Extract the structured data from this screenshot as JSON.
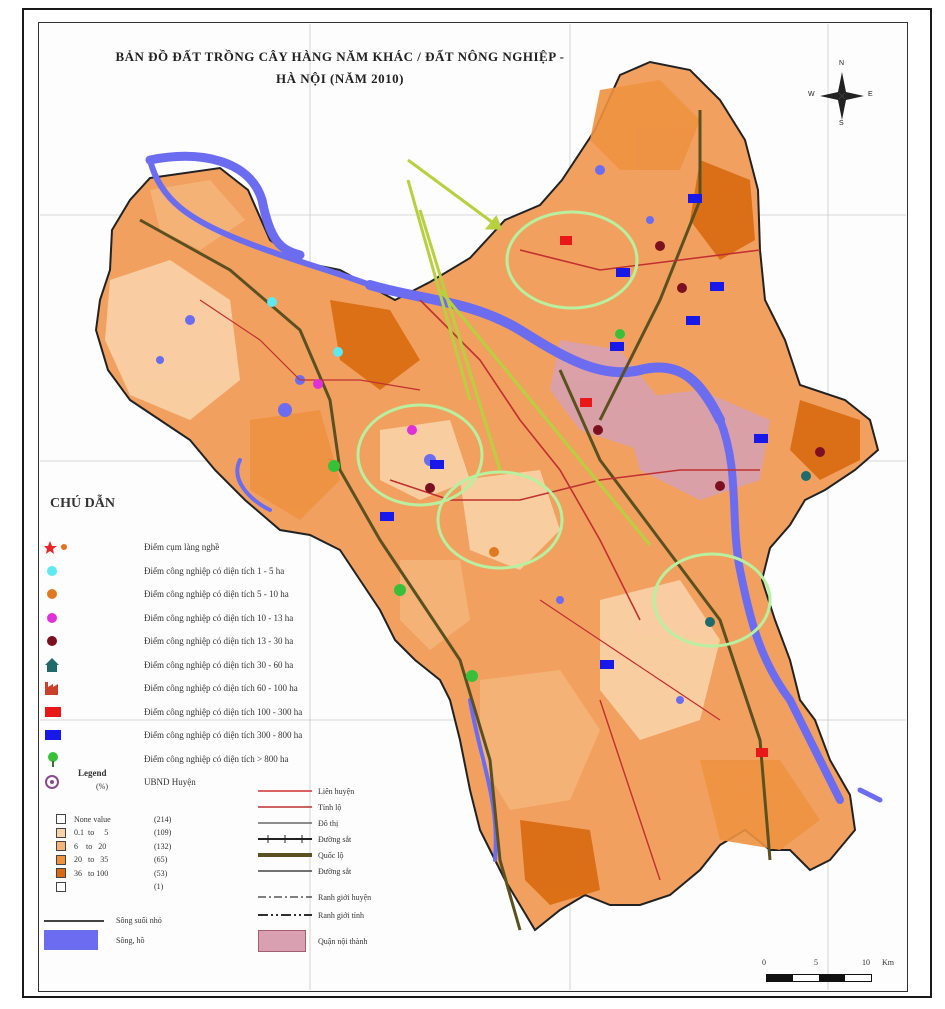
{
  "title": {
    "line1": "BẢN ĐỒ ĐẤT TRỒNG CÂY HÀNG NĂM KHÁC / ĐẤT NÔNG NGHIỆP -",
    "line2": "HÀ NỘI (NĂM 2010)"
  },
  "compass": {
    "n": "N",
    "s": "S",
    "e": "E",
    "w": "W"
  },
  "legend": {
    "title": "CHÚ DẪN",
    "points": [
      {
        "label": "Điểm cụm làng nghề",
        "icon": "star-dot-icon",
        "color": "#e8262a"
      },
      {
        "label": "Điểm công nghiệp có diện tích 1 - 5 ha",
        "icon": "circle-icon",
        "color": "#5ee8f0"
      },
      {
        "label": "Điểm công nghiệp có diện tích 5 - 10 ha",
        "icon": "circle-icon",
        "color": "#e07a22"
      },
      {
        "label": "Điểm công nghiệp có diện tích 10 - 13 ha",
        "icon": "circle-icon",
        "color": "#e030d8"
      },
      {
        "label": "Điểm công nghiệp có diện tích 13 - 30 ha",
        "icon": "circle-icon",
        "color": "#7a1020"
      },
      {
        "label": "Điểm công nghiệp có diện tích 30 - 60 ha",
        "icon": "house-icon",
        "color": "#1f6a6a"
      },
      {
        "label": "Điểm công nghiệp có diện tích 60 - 100 ha",
        "icon": "factory-icon",
        "color": "#c8402a"
      },
      {
        "label": "Điểm công nghiệp có diện tích 100 - 300 ha",
        "icon": "rect-icon",
        "color": "#e81818"
      },
      {
        "label": "Điểm công nghiệp có diện tích 300 - 800 ha",
        "icon": "rect-icon",
        "color": "#1818e8"
      },
      {
        "label": "Điểm công nghiệp có diện tích > 800 ha",
        "icon": "tree-icon",
        "color": "#38c038"
      },
      {
        "label": "UBND Huyện",
        "icon": "target-icon",
        "color": "#8c4a8c"
      }
    ],
    "landuse_header": "Legend",
    "landuse_unit": "(%)",
    "landuse": [
      {
        "label": "None value",
        "count": "(214)",
        "color": "#ffffff"
      },
      {
        "label": "0.1  to     5",
        "count": "(109)",
        "color": "#f9d2a8"
      },
      {
        "label": "6    to   20",
        "count": "(132)",
        "color": "#f5b47a"
      },
      {
        "label": "20   to   35",
        "count": "(65)",
        "color": "#ee9240"
      },
      {
        "label": "36   to 100",
        "count": "(53)",
        "color": "#d96a10"
      },
      {
        "label": "",
        "count": "(1)",
        "color": "#ffffff"
      }
    ],
    "water_line": "Sông suối nhỏ",
    "water_area": "Sông, hồ",
    "lines": [
      {
        "label": "Liên huyện",
        "color": "#d23030"
      },
      {
        "label": "Tỉnh lộ",
        "color": "#c03030"
      },
      {
        "label": "Đô thị",
        "color": "#666666"
      },
      {
        "label": "Đường sắt",
        "color": "#222222"
      },
      {
        "label": "Quốc lộ",
        "color": "#5a5020"
      },
      {
        "label": "Đường sắt",
        "color": "#444444"
      },
      {
        "label": "Ranh giới huyện",
        "color": "#333333"
      },
      {
        "label": "Ranh giới tỉnh",
        "color": "#111111"
      }
    ],
    "urban_area": "Quận nội thành"
  },
  "scale": {
    "labels": [
      "0",
      "5",
      "10"
    ],
    "unit": "Km"
  },
  "colors": {
    "orange_light": "#f9d2a8",
    "orange_mid": "#f5b47a",
    "orange": "#ee9240",
    "orange_dark": "#d96a10",
    "water": "#6c6cf0",
    "urban": "#d8a0b0",
    "highlight_circle": "#b8f0a0",
    "arrow": "#b8d040"
  }
}
